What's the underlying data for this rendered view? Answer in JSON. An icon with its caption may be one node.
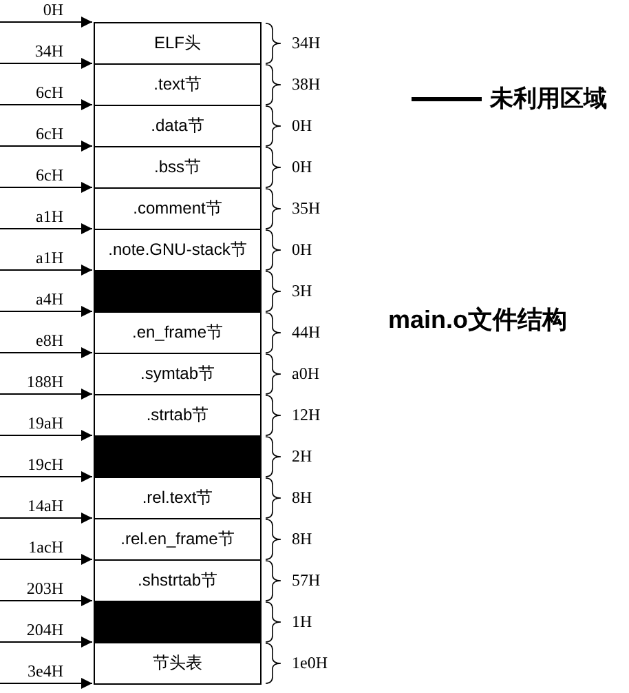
{
  "diagram": {
    "title": "main.o文件结构",
    "nodes": [
      {
        "text": [
          "ELF头"
        ],
        "beside": [
          "34H"
        ]
      },
      {
        "text": [
          ".text节"
        ],
        "beside": [
          "38H"
        ]
      },
      {
        "text": [
          ".data节"
        ],
        "beside": [
          "0H"
        ]
      },
      {
        "text": [
          ".bss节"
        ],
        "beside": [
          "0H"
        ]
      },
      {
        "text": [
          ".comment节"
        ],
        "beside": [
          "35H"
        ]
      },
      {
        "text": [
          ".note.GNU-stack节"
        ],
        "beside": [
          "0H"
        ]
      },
      {
        "text": [],
        "shape": "box",
        "beside": [
          "3H"
        ]
      },
      {
        "text": [
          ".en_frame节"
        ],
        "beside": [
          "44H"
        ]
      },
      {
        "text": [
          ".symtab节"
        ],
        "beside": [
          "a0H"
        ]
      },
      {
        "text": [
          ".strtab节"
        ],
        "beside": [
          "12H"
        ]
      },
      {
        "text": [],
        "shape": "box",
        "beside": [
          "2H"
        ]
      },
      {
        "text": [
          ".rel.text节"
        ],
        "beside": [
          "8H"
        ]
      },
      {
        "text": [
          ".rel.en_frame节"
        ],
        "beside": [
          "8H"
        ]
      },
      {
        "text": [
          ".shstrtab节"
        ],
        "beside": [
          "57H"
        ]
      },
      {
        "text": [],
        "shape": "box",
        "beside": [
          "1H"
        ]
      },
      {
        "text": [
          "节头表"
        ],
        "beside": [
          "1e0H"
        ]
      }
    ],
    "edges": [],
    "labels": [
      "0H",
      "34H",
      "6cH",
      "6cH",
      "6cH",
      "a1H",
      "a1H",
      "a4H",
      "e8H",
      "188H",
      "19aH",
      "19cH",
      "14aH",
      "1acH",
      "203H",
      "204H",
      "3e4H"
    ],
    "legend": [
      {
        "text": "未利用区域"
      }
    ]
  }
}
